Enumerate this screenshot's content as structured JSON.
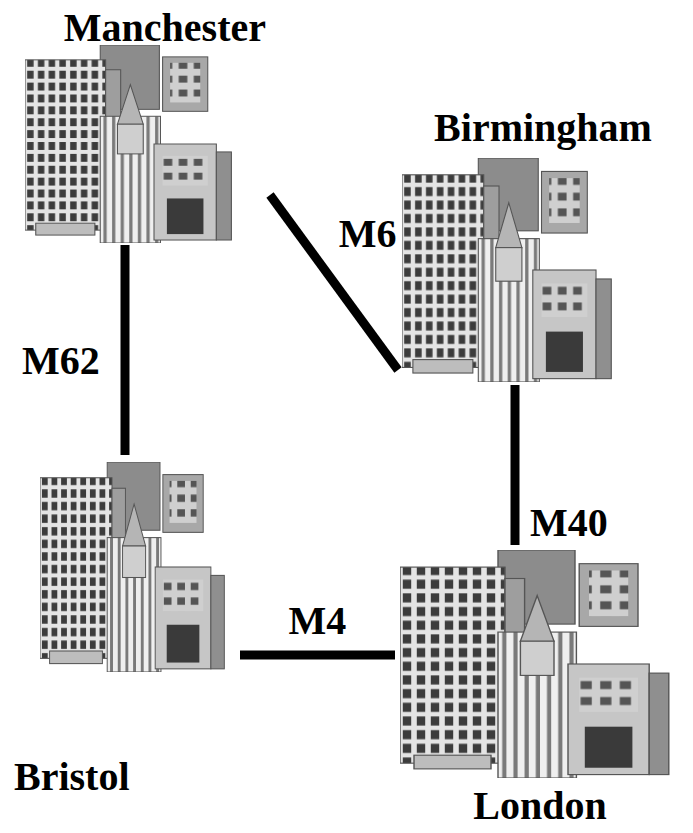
{
  "diagram": {
    "nodes": [
      {
        "text": [
          "Manchester"
        ]
      },
      {
        "text": [
          "Birmingham"
        ]
      },
      {
        "text": [
          "Bristol"
        ]
      },
      {
        "text": [
          "London"
        ]
      }
    ],
    "edges": [
      {
        "from": 0,
        "to": 1,
        "label": "M6",
        "arrow": "none"
      },
      {
        "from": 0,
        "to": 2,
        "label": "M62",
        "arrow": "none"
      },
      {
        "from": 1,
        "to": 3,
        "label": "M40",
        "arrow": "none"
      },
      {
        "from": 2,
        "to": 3,
        "label": "M4",
        "arrow": "none"
      }
    ]
  }
}
